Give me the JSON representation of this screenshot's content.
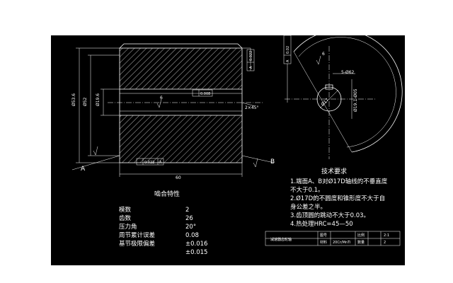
{
  "dims": {
    "d_outer": "Ø53.6",
    "d_mid": "Ø52",
    "d_bore": "Ø19.6",
    "length": "60",
    "chamfer": "2×45°",
    "rough_bore": "6",
    "keyway_w": "5-Ø62",
    "keyway_h": "Ø19.1-Ø05",
    "bore_small": "Ø17",
    "roughness": "6"
  },
  "fcf": {
    "top": [
      "0.022",
      "A"
    ],
    "bore": [
      "0.008"
    ],
    "bottom": [
      "0.022",
      "A"
    ],
    "side": [
      "0.02",
      "A"
    ]
  },
  "datums": [
    "A",
    "B"
  ],
  "mesh_title": "啮合特性",
  "mesh_rows": [
    {
      "label": "模数",
      "value": "2"
    },
    {
      "label": "齿数",
      "value": "26"
    },
    {
      "label": "压力角",
      "value": "20°"
    },
    {
      "label": "周节累计误差",
      "value": "0.08"
    },
    {
      "label": "基节极限偏差",
      "value": "±0.016"
    },
    {
      "label": "",
      "value": "±0.015"
    }
  ],
  "tech_title": "技术要求",
  "tech_notes": [
    "1.端面A、B对Ø17D轴线的不垂直度",
    "不大于0.1。",
    "2.Ø17D的不圆度和锥形度不大于自",
    "身公差之半。",
    "3.齿顶圆的跳动不大于0.03。",
    "4.热处理HRC=45—50"
  ],
  "title_block": {
    "name": "减速器齿轮轴",
    "r1c1": "图号",
    "r1c2": "比例",
    "r1c3": "2:1",
    "r2c1": "材料",
    "r2c2": "20Cr/MnTi",
    "r2c3": "数量",
    "r2c4": "2"
  }
}
